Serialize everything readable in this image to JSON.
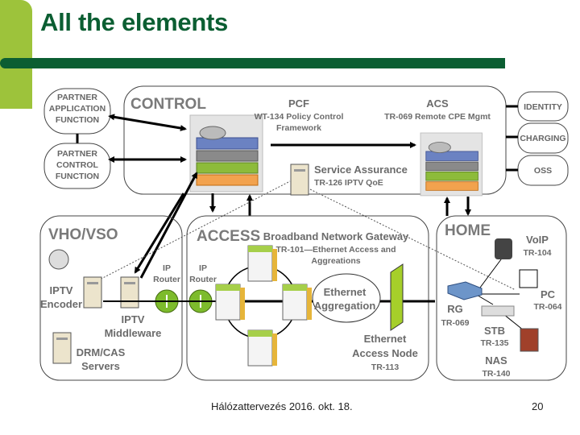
{
  "slide": {
    "title": "All the elements",
    "footer": "Hálózattervezés 2016. okt. 18.",
    "page_number": "20",
    "colors": {
      "title": "#0b5e32",
      "rule": "#0b5e32",
      "sidebar": "#9dc33b"
    }
  },
  "diagram": {
    "partner_app": [
      "PARTNER",
      "APPLICATION",
      "FUNCTION"
    ],
    "partner_control": [
      "PARTNER",
      "CONTROL",
      "FUNCTION"
    ],
    "control": {
      "title": "CONTROL",
      "pcf": {
        "name": "PCF",
        "desc1": "WT-134 Policy Control",
        "desc2": "Framework"
      },
      "acs": {
        "name": "ACS",
        "desc": "TR-069 Remote CPE Mgmt"
      },
      "service_assurance": {
        "name": "Service Assurance",
        "desc": "TR-126 IPTV QoE"
      }
    },
    "side_functions": [
      "IDENTITY",
      "CHARGING",
      "OSS"
    ],
    "vho": {
      "title": "VHO/VSO",
      "encoder": [
        "IPTV",
        "Encoder"
      ],
      "middleware": [
        "IPTV",
        "Middleware"
      ],
      "drm": [
        "DRM/CAS",
        "Servers"
      ],
      "router": [
        "IP",
        "Router"
      ]
    },
    "access": {
      "title": "ACCESS",
      "router": [
        "IP",
        "Router"
      ],
      "bng": {
        "name": "Broadband Network Gateway",
        "desc1": "TR-101—Ethernet Access and",
        "desc2": "Aggreations"
      },
      "aggregation": [
        "Ethernet",
        "Aggregation"
      ],
      "access_node": [
        "Ethernet",
        "Access Node",
        "TR-113"
      ]
    },
    "home": {
      "title": "HOME",
      "voip": [
        "VoIP",
        "TR-104"
      ],
      "pc": [
        "PC",
        "TR-064"
      ],
      "rg": [
        "RG",
        "TR-069"
      ],
      "stb": [
        "STB",
        "TR-135"
      ],
      "nas": [
        "NAS",
        "TR-140"
      ]
    }
  }
}
